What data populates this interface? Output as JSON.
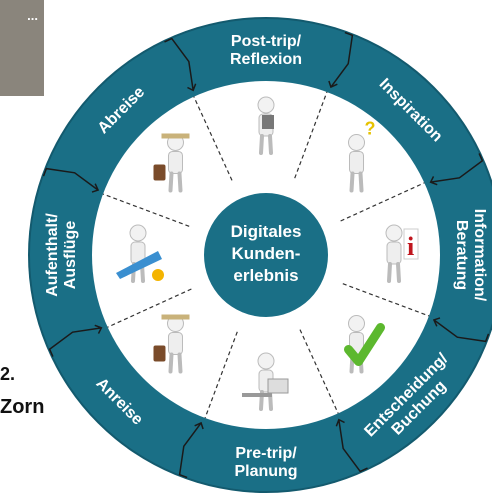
{
  "colors": {
    "ring": "#1a6f86",
    "ring_dark": "#135a6e",
    "inner_bg": "#ffffff",
    "divider": "#333333",
    "center": "#1a6f86",
    "corner_box": "#8a857c",
    "arrow": "#1a1a1a"
  },
  "center": {
    "line1": "Digitales",
    "line2": "Kunden-",
    "line3": "erlebnis"
  },
  "phases": [
    {
      "lines": [
        "Post-trip/",
        "Reflexion"
      ],
      "icon": "figure-reading-tablet-icon"
    },
    {
      "lines": [
        "Inspiration"
      ],
      "icon": "figure-question-mark-icon"
    },
    {
      "lines": [
        "Information/",
        "Beratung"
      ],
      "icon": "figure-info-sign-icon"
    },
    {
      "lines": [
        "Entscheidung/",
        "Buchung"
      ],
      "icon": "figure-checkmark-icon"
    },
    {
      "lines": [
        "Pre-trip/",
        "Planung"
      ],
      "icon": "figure-laptop-icon"
    },
    {
      "lines": [
        "Anreise"
      ],
      "icon": "figure-traveler-suitcase-icon"
    },
    {
      "lines": [
        "Aufenthalt/",
        "Ausflüge"
      ],
      "icon": "figure-beach-chair-icon"
    },
    {
      "lines": [
        "Abreise"
      ],
      "icon": "figure-traveler-suitcase-icon"
    }
  ],
  "corner_box": {
    "text": "..."
  },
  "edge_texts": [
    "2.",
    "Zorn"
  ]
}
